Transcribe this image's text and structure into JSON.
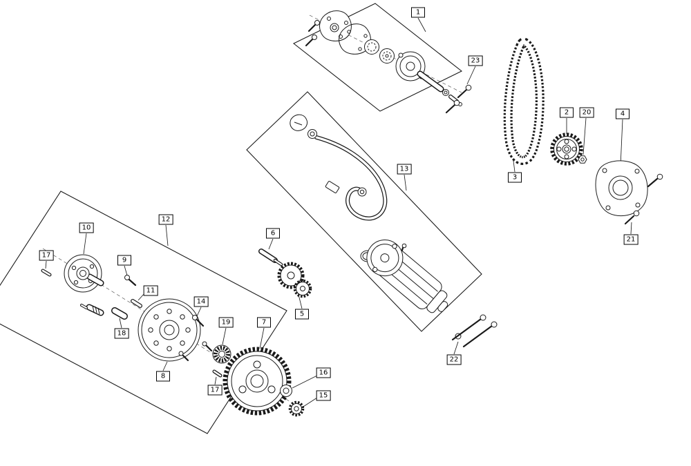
{
  "diagram": {
    "type": "exploded-parts-diagram",
    "subject": "starter-motor-and-flywheel-assembly",
    "background_color": "#ffffff",
    "line_color": "#1a1a1a",
    "callouts": {
      "c1": "1",
      "c2": "2",
      "c3": "3",
      "c4": "4",
      "c5": "5",
      "c6": "6",
      "c7": "7",
      "c8": "8",
      "c9": "9",
      "c10": "10",
      "c11": "11",
      "c12": "12",
      "c13": "13",
      "c14": "14",
      "c15": "15",
      "c16": "16",
      "c17a": "17",
      "c17b": "17",
      "c18": "18",
      "c19": "19",
      "c20": "20",
      "c21": "21",
      "c22": "22",
      "c23": "23"
    }
  }
}
